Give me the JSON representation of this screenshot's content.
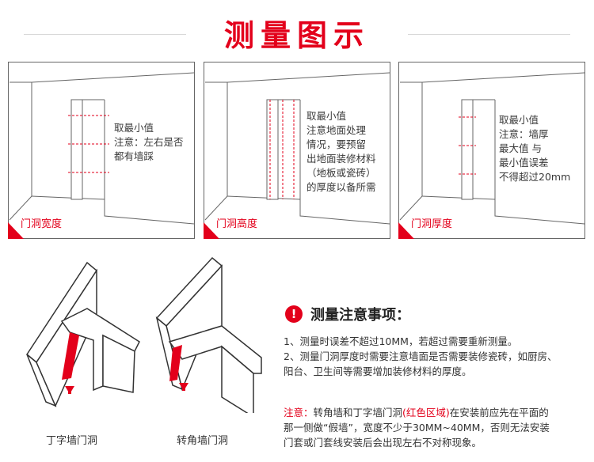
{
  "title": "测量图示",
  "panels": [
    {
      "text": "取最小值\n注意：左右是否\n都有墙踩",
      "label": "门洞宽度"
    },
    {
      "text": "取最小值\n注意地面处理\n情况，要预留\n出地面装修材料\n（地板或瓷砖）\n的厚度以备所需",
      "label": "门洞高度"
    },
    {
      "text": "取最小值\n注意：墙厚\n最大值 与\n最小值误差\n不得超过20mm",
      "label": "门洞厚度"
    }
  ],
  "diagrams": {
    "t_wall_label": "丁字墙门洞",
    "corner_wall_label": "转角墙门洞"
  },
  "notes": {
    "icon": "!",
    "title": "测量注意事项：",
    "items": [
      "1、测量时误差不超过10MM，若超过需要重新测量。",
      "2、测量门洞厚度时需要注意墙面是否需要装修瓷砖，如厨房、",
      "阳台、卫生间等需要增加装修材料的厚度。"
    ],
    "warning_prefix": "注意：",
    "warning_line1_a": "转角墙和丁字墙门洞",
    "warning_line1_red": "(红色区域)",
    "warning_line1_b": "在安装前应先在平面的",
    "warning_line2": "那一侧做“假墙”，宽度不少于30MM~40MM，否则无法安装",
    "warning_line3": "门套或门套线安装后会出现左右不对称现象。"
  },
  "colors": {
    "accent": "#e3001b",
    "line": "#555555"
  }
}
